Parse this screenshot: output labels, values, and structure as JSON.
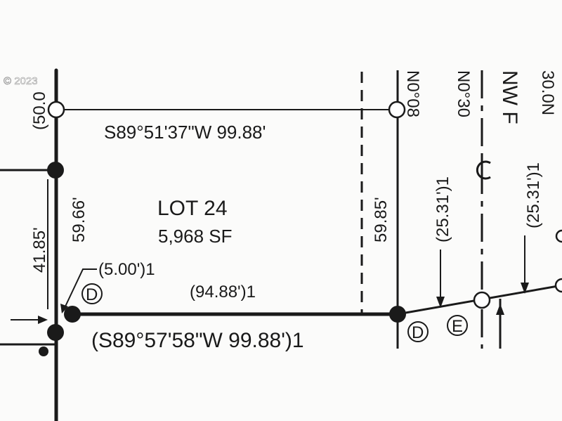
{
  "watermark": "© 2023",
  "lot": {
    "label": "LOT 24",
    "area": "5,968 SF"
  },
  "bearings": {
    "north_line": "S89°51'37\"W 99.88'",
    "south_line_record": "(S89°57'58\"W 99.88')1"
  },
  "dimensions": {
    "west_frontage": "59.66'",
    "east_dashed": "59.85'",
    "west_lower": "41.85'",
    "offset": "(5.00')1",
    "south_partial": "(94.88')1",
    "row_left": "(25.31')1",
    "row_right": "(25.31')1",
    "top_left_partial": "(50.0",
    "vertical_a": "N0°08",
    "vertical_b": "N0°30",
    "vertical_c": "30.0N",
    "street_name": "NW F"
  },
  "symbols": {
    "d_left": "D",
    "d_right": "D",
    "e_mark": "E",
    "centerline": "CL"
  },
  "colors": {
    "ink": "#1a1a1a",
    "paper": "#fbfbfa"
  }
}
